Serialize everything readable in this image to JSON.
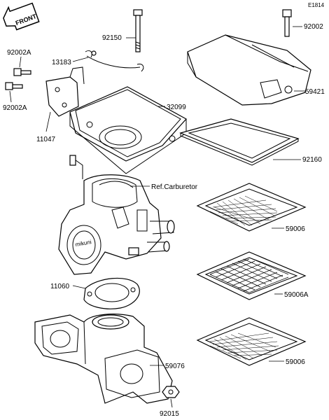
{
  "diagram_code": "E1814",
  "front_label": "FRONT",
  "labels": {
    "bolt": "92150",
    "cable_clamp": "13183",
    "screw_a_top": "92002A",
    "screw_a_bottom": "92002A",
    "bracket": "11047",
    "air_box": "32099",
    "cover_bolt": "92002",
    "cover": "59421",
    "gasket_top": "92160",
    "carburetor": "Ref.Carburetor",
    "screen_1": "59006",
    "gasket_mid": "11060",
    "screen_2": "59006A",
    "manifold": "59076",
    "screen_3": "59006",
    "nut": "92015"
  }
}
